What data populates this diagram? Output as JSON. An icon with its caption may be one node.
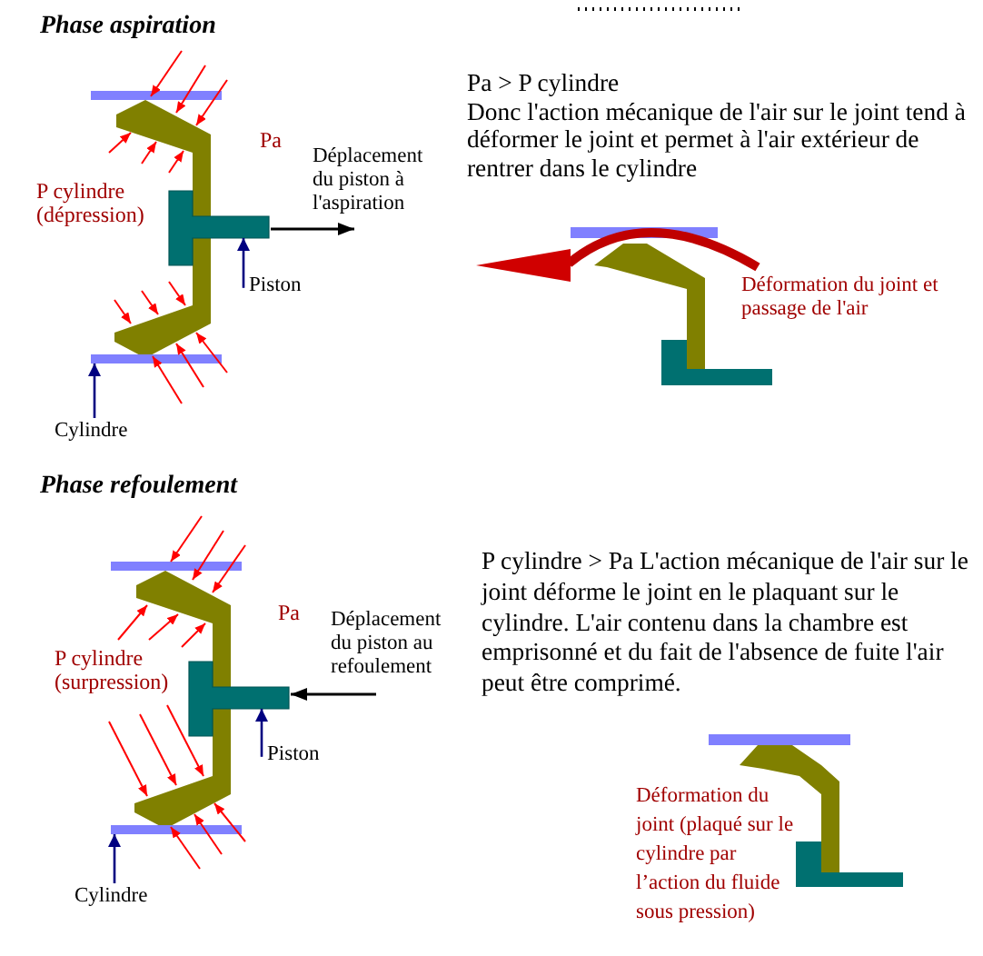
{
  "diagram": {
    "nodes": [
      {
        "text": [
          "Piston"
        ]
      },
      {
        "text": [],
        "shape": "box"
      },
      {
        "text": [
          "Cylindre"
        ]
      },
      {
        "text": [],
        "shape": "bar"
      },
      {
        "text": [
          "Piston"
        ]
      },
      {
        "text": [],
        "shape": "box"
      },
      {
        "text": [
          "Cylindre"
        ]
      },
      {
        "text": [],
        "shape": "bar"
      }
    ],
    "edges": [
      {
        "from": 0,
        "to": 1,
        "arrow": "to"
      },
      {
        "from": 2,
        "to": 3,
        "arrow": "to"
      },
      {
        "from": 4,
        "to": 5,
        "arrow": "to"
      },
      {
        "from": 6,
        "to": 7,
        "arrow": "to"
      }
    ],
    "labels": [
      "Phase aspiration",
      "Pa",
      "Déplacement du piston à l'aspiration",
      "P cylindre (dépression)",
      "Pa > P cylindre",
      "Donc l'action mécanique de l'air sur le joint tend à déformer le joint et permet à l'air extérieur de rentrer dans le cylindre",
      "Déformation du joint et passage de l'air",
      "Phase refoulement",
      "Pa",
      "Déplacement du piston au refoulement",
      "P cylindre (surpression)",
      "P cylindre > Pa L'action mécanique de l'air sur le joint déforme le joint en le plaquant sur le cylindre. L'air contenu dans la chambre est emprisonné et du fait de l'absence de fuite l'air peut être comprimé.",
      "Déformation du joint (plaqué sur le cylindre par l’action du fluide sous pression)"
    ]
  }
}
